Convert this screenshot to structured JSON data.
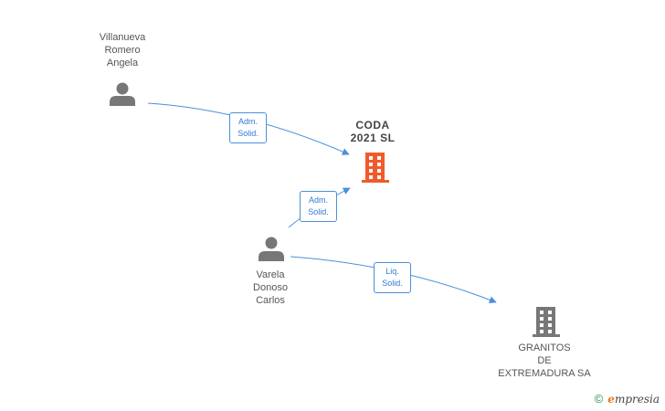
{
  "nodes": {
    "person_villanueva": {
      "label": "Villanueva\nRomero\nAngela",
      "icon": "person-icon"
    },
    "company_coda": {
      "label": "CODA\n2021  SL",
      "icon": "building-icon",
      "color": "#f15a2b"
    },
    "person_varela": {
      "label": "Varela\nDonoso\nCarlos",
      "icon": "person-icon"
    },
    "company_granitos": {
      "label": "GRANITOS\nDE\nEXTREMADURA SA",
      "icon": "building-icon",
      "color": "#777777"
    }
  },
  "edges": {
    "villanueva_coda": {
      "label": "Adm.\nSolid."
    },
    "varela_coda": {
      "label": "Adm.\nSolid."
    },
    "varela_granitos": {
      "label": "Liq.\nSolid."
    }
  },
  "colors": {
    "edge": "#4a90d9",
    "person": "#777777"
  },
  "brand": {
    "copyright": "©",
    "name_initial": "e",
    "name_rest": "mpresia"
  }
}
